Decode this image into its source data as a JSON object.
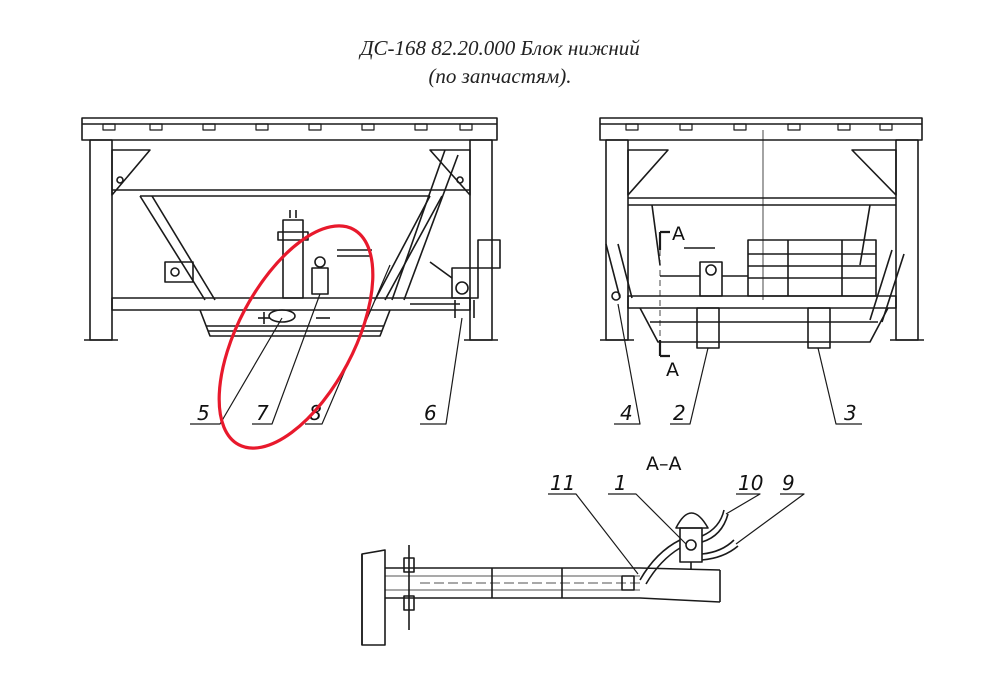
{
  "title": {
    "line1": "ДС-168 82.20.000 Блок нижний",
    "line2": "(по запчастям)."
  },
  "section": {
    "mark_top": "A",
    "mark_bottom": "A",
    "view_label": "А–А"
  },
  "callouts": {
    "c1": "1",
    "c2": "2",
    "c3": "3",
    "c4": "4",
    "c5": "5",
    "c6": "6",
    "c7": "7",
    "c8": "8",
    "c9": "9",
    "c10": "10",
    "c11": "11"
  },
  "highlight": {
    "color": "#e8192c"
  }
}
